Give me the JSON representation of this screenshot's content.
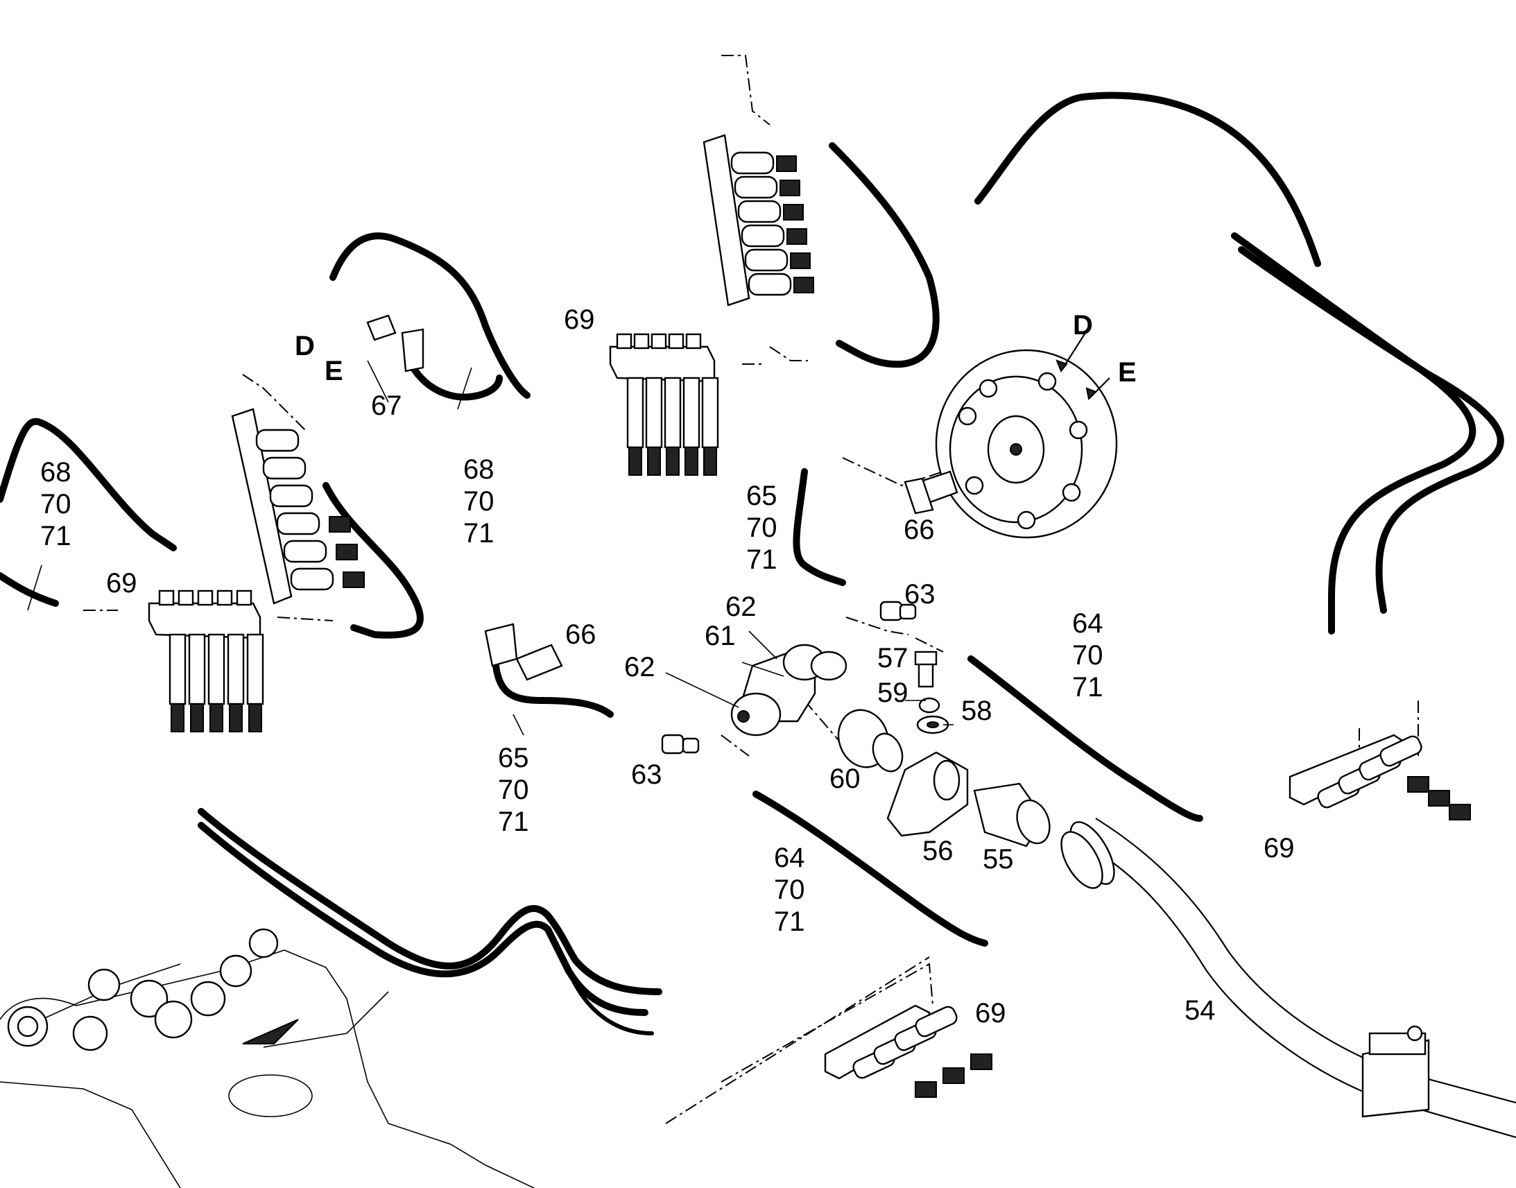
{
  "callouts": {
    "c54": "54",
    "c55": "55",
    "c56": "56",
    "c57": "57",
    "c58": "58",
    "c59": "59",
    "c60": "60",
    "c61": "61",
    "c62": "62",
    "c63": "63",
    "c64": "64",
    "c65": "65",
    "c66": "66",
    "c67": "67",
    "c68": "68",
    "c69": "69",
    "c70": "70",
    "c71": "71"
  },
  "view_markers": {
    "d": "D",
    "e": "E"
  }
}
